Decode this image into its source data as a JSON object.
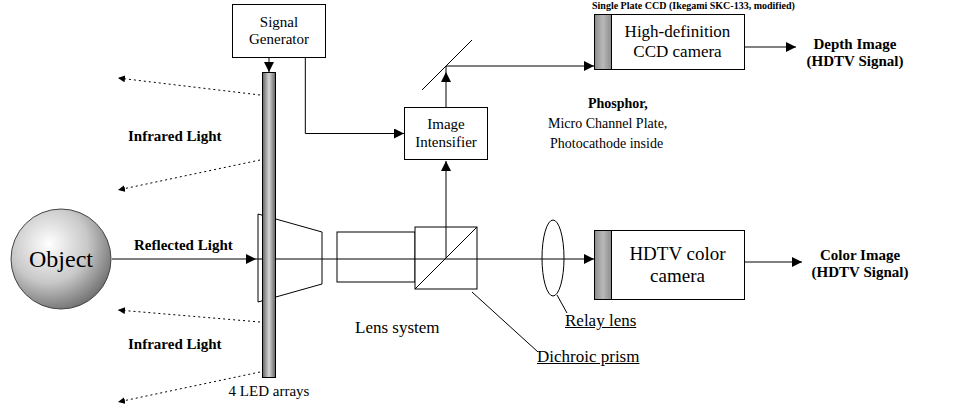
{
  "diagram": {
    "nodes": [
      {
        "text": [
          "Signal Generator"
        ]
      },
      {
        "text": [
          "High-definition CCD camera"
        ]
      },
      {
        "text": [
          "Image Intensifier"
        ]
      },
      {
        "text": [
          "Object"
        ]
      },
      {
        "text": [
          "4 LED arrays"
        ]
      },
      {
        "text": [
          "HDTV color camera"
        ]
      }
    ],
    "edges": [
      {
        "from": 0,
        "to": 4,
        "arrow": "to"
      },
      {
        "from": 0,
        "to": 2,
        "arrow": "to"
      },
      {
        "from": 2,
        "to": 1,
        "arrow": "to"
      },
      {
        "from": 3,
        "to": 5,
        "label": "Reflected Light",
        "arrow": "to"
      }
    ],
    "labels": [
      "Single Plate CCD (Ikegami SKC-133, modified)",
      "Depth Image (HDTV Signal)",
      "Phosphor,",
      "Micro Channel Plate,",
      "Photocathode inside",
      "Infrared Light",
      "Infrared Light",
      "Lens system",
      "Relay lens",
      "Dichroic prism",
      "Color Image (HDTV Signal)"
    ]
  }
}
